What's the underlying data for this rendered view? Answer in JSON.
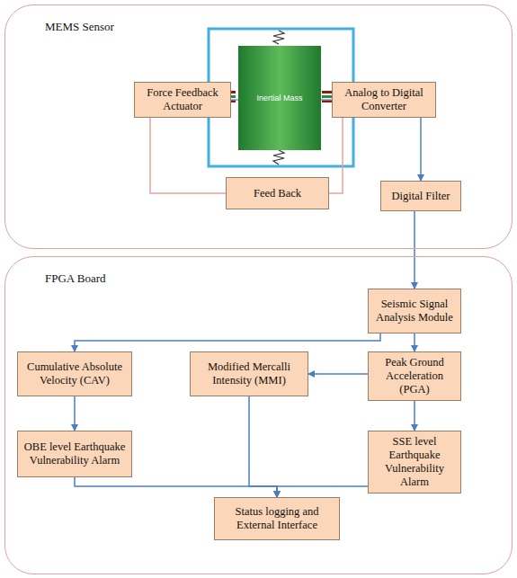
{
  "diagram": {
    "nodes": [
      {
        "text": [
          "MEMS Sensor"
        ]
      },
      {
        "text": [
          "Inertial Mass"
        ],
        "in": 0
      },
      {
        "text": [
          "Force Feedback Actuator"
        ],
        "in": 0
      },
      {
        "text": [
          "Analog to Digital Converter"
        ],
        "in": 0
      },
      {
        "text": [
          "Feed Back"
        ],
        "in": 0
      },
      {
        "text": [
          "Digital Filter"
        ],
        "in": 0
      },
      {
        "text": [
          "FPGA Board"
        ]
      },
      {
        "text": [
          "Seismic Signal Analysis Module"
        ],
        "in": 6
      },
      {
        "text": [
          "Cumulative Absolute Velocity (CAV)"
        ],
        "in": 6
      },
      {
        "text": [
          "Modified Mercalli Intensity (MMI)"
        ],
        "in": 6
      },
      {
        "text": [
          "Peak Ground Acceleration (PGA)"
        ],
        "in": 6
      },
      {
        "text": [
          "OBE level Earthquake Vulnerability Alarm"
        ],
        "in": 6
      },
      {
        "text": [
          "SSE level Earthquake Vulnerability Alarm"
        ],
        "in": 6
      },
      {
        "text": [
          "Status logging and External Interface"
        ],
        "in": 6
      }
    ],
    "edges": [
      {
        "from": 2,
        "to": 1,
        "arrow": "none"
      },
      {
        "from": 1,
        "to": 3,
        "arrow": "none"
      },
      {
        "from": 3,
        "to": 4,
        "arrow": "none"
      },
      {
        "from": 4,
        "to": 2,
        "arrow": "none"
      },
      {
        "from": 3,
        "to": 5,
        "arrow": "to"
      },
      {
        "from": 5,
        "to": 7,
        "arrow": "to"
      },
      {
        "from": 7,
        "to": 8,
        "arrow": "to"
      },
      {
        "from": 7,
        "to": 10,
        "arrow": "to"
      },
      {
        "from": 10,
        "to": 9,
        "arrow": "to"
      },
      {
        "from": 8,
        "to": 11,
        "arrow": "to"
      },
      {
        "from": 10,
        "to": 12,
        "arrow": "to"
      },
      {
        "from": 11,
        "to": 13,
        "arrow": "to"
      },
      {
        "from": 9,
        "to": 13,
        "arrow": "to"
      },
      {
        "from": 12,
        "to": 13,
        "arrow": "to"
      }
    ]
  }
}
